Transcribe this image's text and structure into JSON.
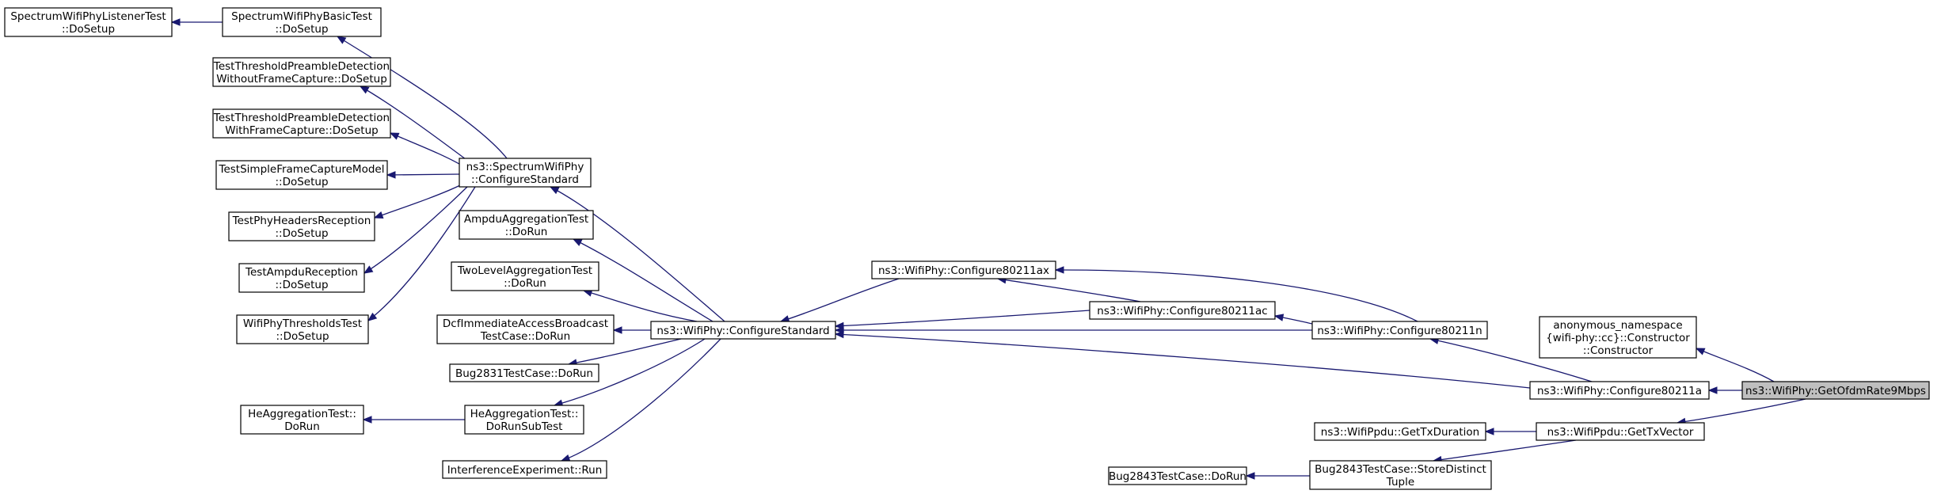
{
  "colors": {
    "edge": "#191970",
    "node_border": "#000000",
    "root_fill": "#bfbfbf",
    "node_fill": "#ffffff"
  },
  "nodes": {
    "n1": [
      "SpectrumWifiPhyListenerTest",
      "::DoSetup"
    ],
    "n2": [
      "SpectrumWifiPhyBasicTest",
      "::DoSetup"
    ],
    "n3": [
      "TestThresholdPreambleDetection",
      "WithoutFrameCapture::DoSetup"
    ],
    "n4": [
      "TestThresholdPreambleDetection",
      "WithFrameCapture::DoSetup"
    ],
    "n5": [
      "TestSimpleFrameCaptureModel",
      "::DoSetup"
    ],
    "n6": [
      "TestPhyHeadersReception",
      "::DoSetup"
    ],
    "n7": [
      "TestAmpduReception",
      "::DoSetup"
    ],
    "n8": [
      "WifiPhyThresholdsTest",
      "::DoSetup"
    ],
    "n9": [
      "ns3::SpectrumWifiPhy",
      "::ConfigureStandard"
    ],
    "n10": [
      "AmpduAggregationTest",
      "::DoRun"
    ],
    "n11": [
      "TwoLevelAggregationTest",
      "::DoRun"
    ],
    "n12": [
      "DcfImmediateAccessBroadcast",
      "TestCase::DoRun"
    ],
    "n13": [
      "Bug2831TestCase::DoRun"
    ],
    "n14": [
      "HeAggregationTest::",
      "DoRun"
    ],
    "n15": [
      "HeAggregationTest::",
      "DoRunSubTest"
    ],
    "n16": [
      "InterferenceExperiment::Run"
    ],
    "n17": [
      "ns3::WifiPhy::ConfigureStandard"
    ],
    "n18": [
      "ns3::WifiPhy::Configure80211ax"
    ],
    "n19": [
      "ns3::WifiPhy::Configure80211ac"
    ],
    "n20": [
      "ns3::WifiPhy::Configure80211n"
    ],
    "n21": [
      "anonymous_namespace",
      "{wifi-phy::cc}::Constructor",
      "::Constructor"
    ],
    "n22": [
      "ns3::WifiPhy::Configure80211a"
    ],
    "n23": [
      "ns3::WifiPhy::GetOfdmRate9Mbps"
    ],
    "n24": [
      "ns3::WifiPpdu::GetTxDuration"
    ],
    "n25": [
      "ns3::WifiPpdu::GetTxVector"
    ],
    "n26": [
      "Bug2843TestCase::DoRun"
    ],
    "n27": [
      "Bug2843TestCase::StoreDistinct",
      "Tuple"
    ]
  }
}
